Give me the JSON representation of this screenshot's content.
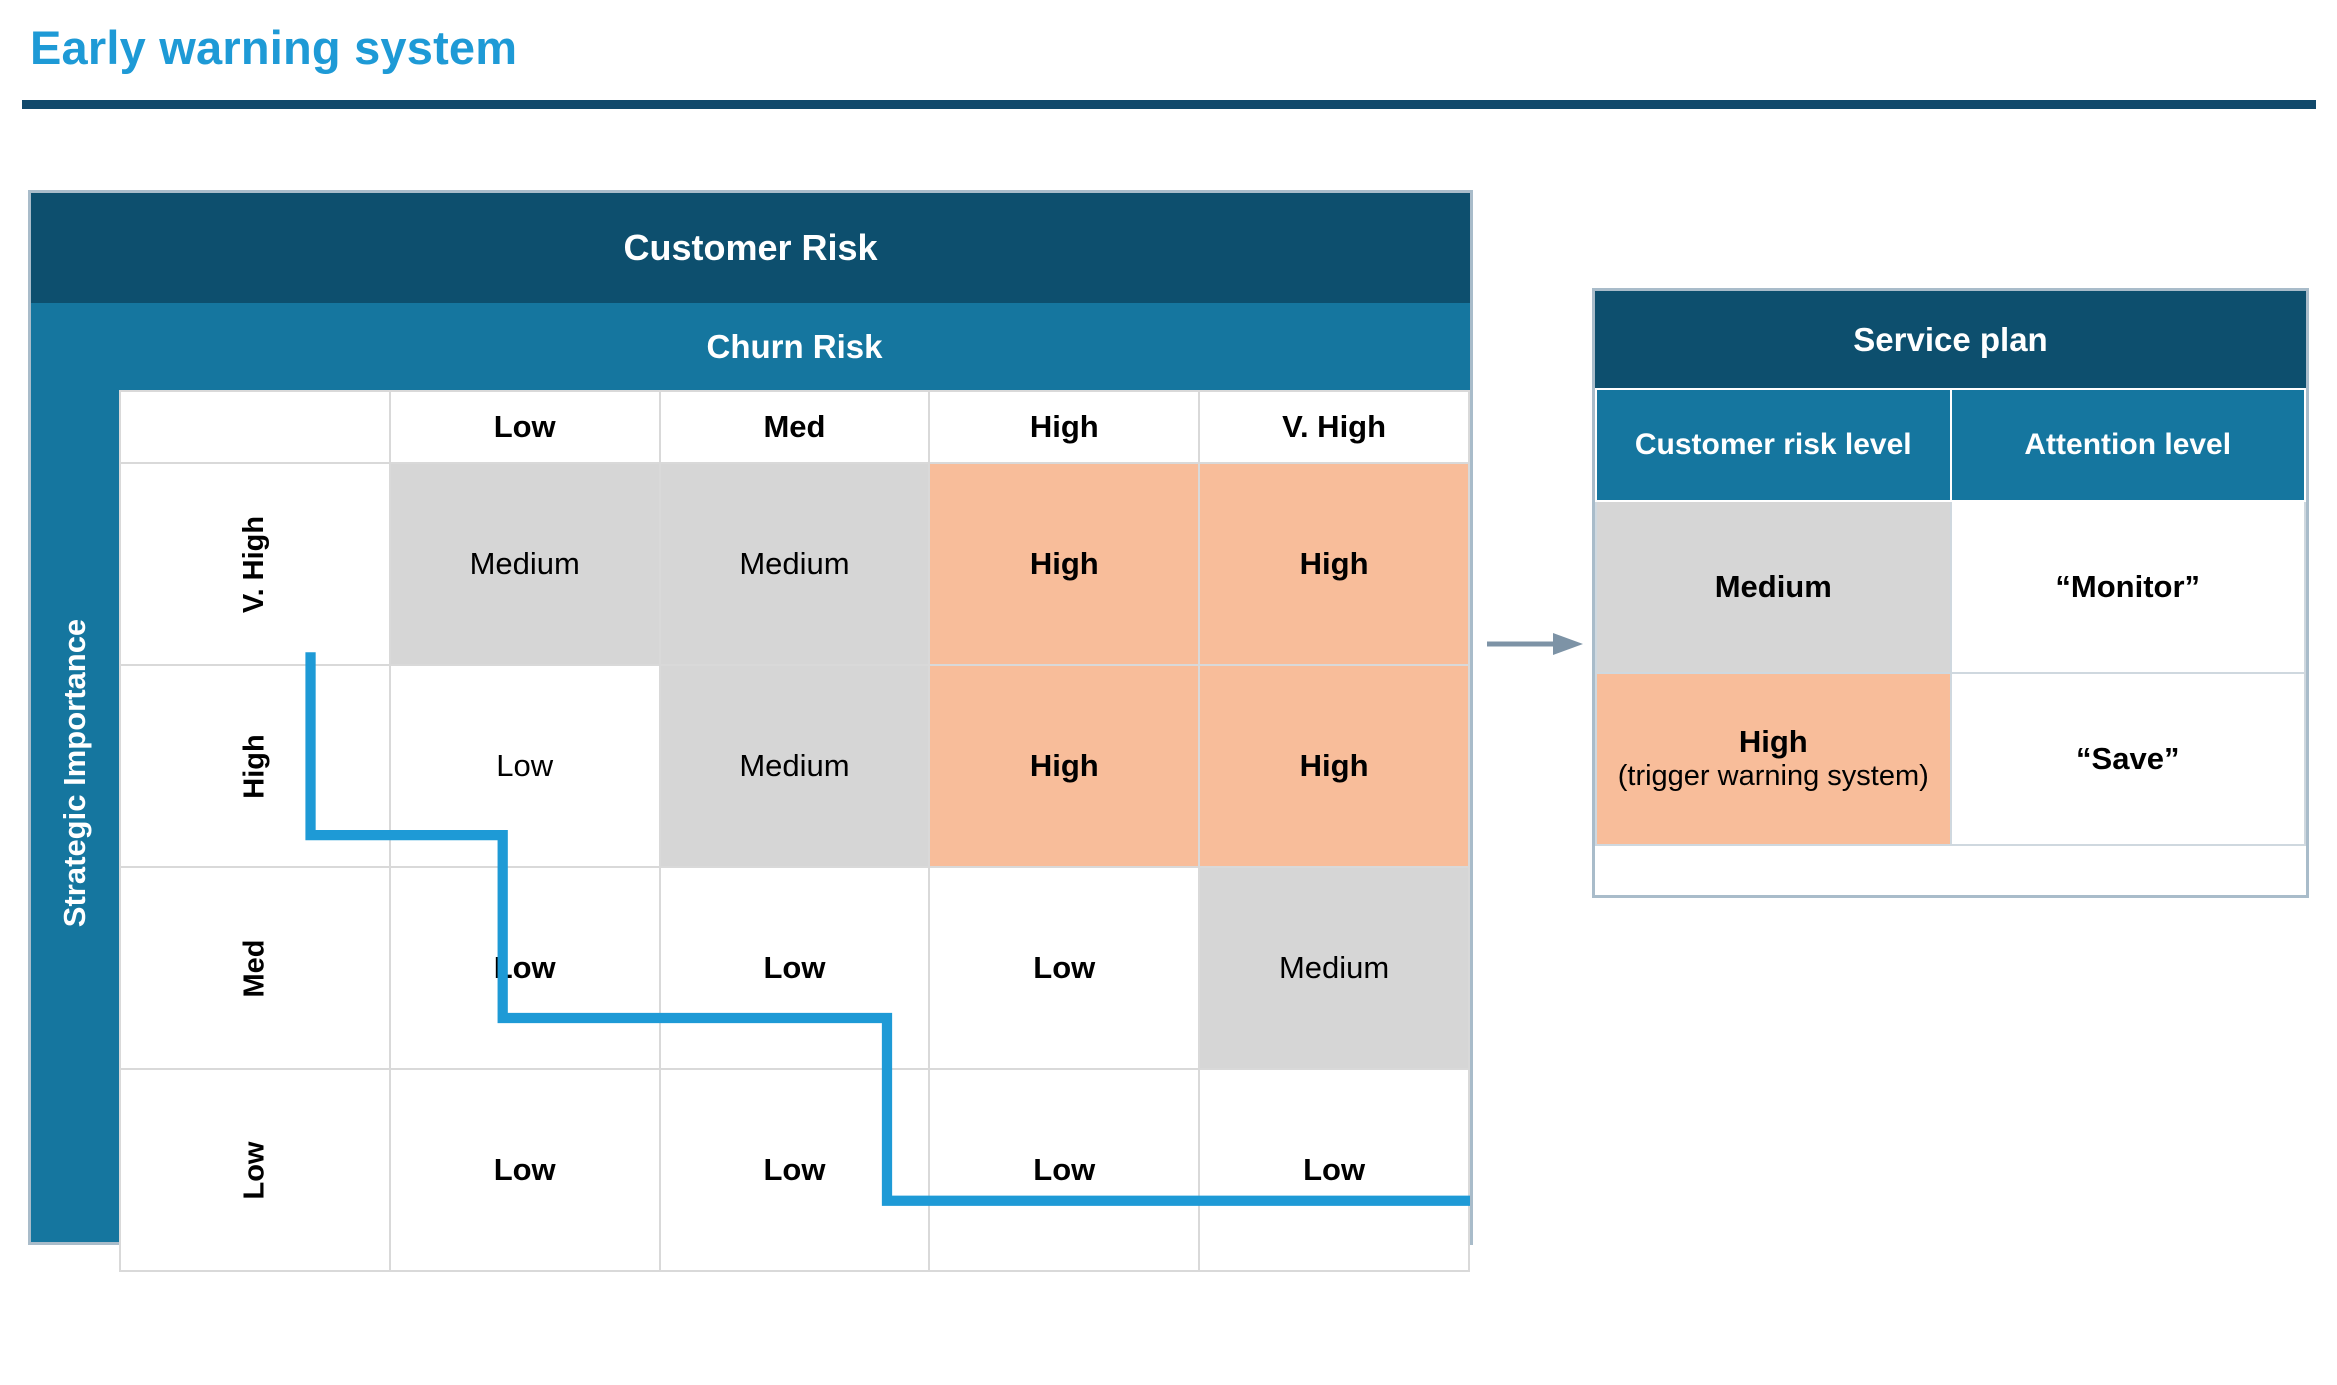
{
  "title": "Early warning system",
  "colors": {
    "title_blue": "#1e9ad6",
    "rule_navy": "#11496b",
    "header_dark": "#0d4f6e",
    "header_mid": "#15769f",
    "accent_blue": "#1e9ad6",
    "medium_grey": "#d6d6d6",
    "high_orange": "#f8bd9a",
    "low_white": "#ffffff",
    "panel_border": "#a9bcca",
    "arrow_grey": "#7d93a6"
  },
  "matrix": {
    "header": "Customer Risk",
    "column_group_label": "Churn Risk",
    "row_group_label": "Strategic Importance",
    "columns": [
      "Low",
      "Med",
      "High",
      "V. High"
    ],
    "rows": [
      "V. High",
      "High",
      "Med",
      "Low"
    ],
    "cells": [
      [
        {
          "label": "Medium",
          "level": "medium",
          "weight": "normal"
        },
        {
          "label": "Medium",
          "level": "medium",
          "weight": "normal"
        },
        {
          "label": "High",
          "level": "high",
          "weight": "bold"
        },
        {
          "label": "High",
          "level": "high",
          "weight": "bold"
        }
      ],
      [
        {
          "label": "Low",
          "level": "low",
          "weight": "normal"
        },
        {
          "label": "Medium",
          "level": "medium",
          "weight": "normal"
        },
        {
          "label": "High",
          "level": "high",
          "weight": "bold"
        },
        {
          "label": "High",
          "level": "high",
          "weight": "bold"
        }
      ],
      [
        {
          "label": "Low",
          "level": "low",
          "weight": "bold"
        },
        {
          "label": "Low",
          "level": "low",
          "weight": "bold"
        },
        {
          "label": "Low",
          "level": "low",
          "weight": "bold"
        },
        {
          "label": "Medium",
          "level": "medium",
          "weight": "normal"
        }
      ],
      [
        {
          "label": "Low",
          "level": "low",
          "weight": "bold"
        },
        {
          "label": "Low",
          "level": "low",
          "weight": "bold"
        },
        {
          "label": "Low",
          "level": "low",
          "weight": "bold"
        },
        {
          "label": "Low",
          "level": "low",
          "weight": "bold"
        }
      ]
    ]
  },
  "connector": {
    "icon": "arrow-right-icon"
  },
  "service_plan": {
    "title": "Service plan",
    "columns": [
      "Customer risk level",
      "Attention level"
    ],
    "rows": [
      {
        "risk_level": "Medium",
        "risk_note": "",
        "attention": "“Monitor”",
        "level": "medium"
      },
      {
        "risk_level": "High",
        "risk_note": "(trigger warning system)",
        "attention": "“Save”",
        "level": "high"
      }
    ]
  }
}
